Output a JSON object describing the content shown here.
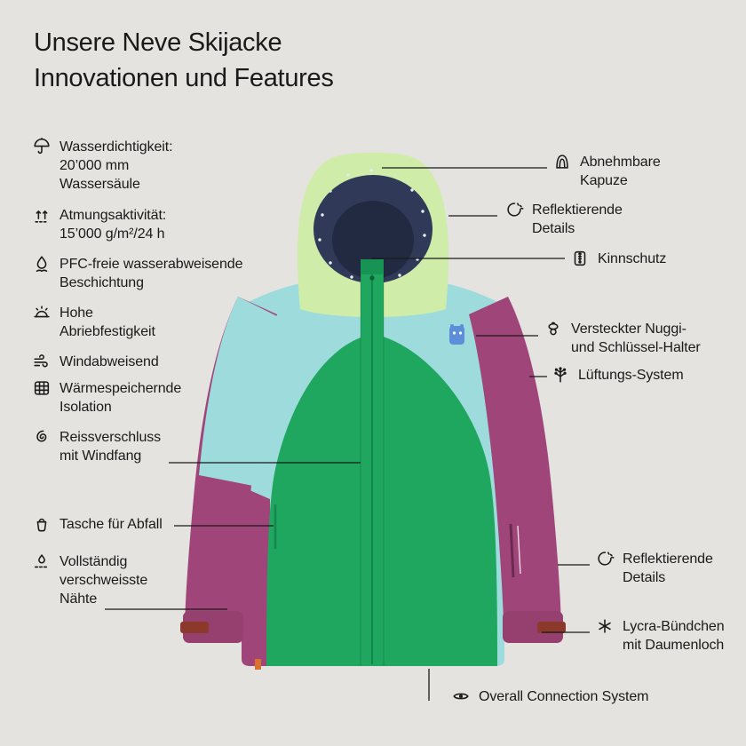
{
  "title": "Unsere Neve Skijacke\nInnovationen und Features",
  "colors": {
    "background": "#e5e3e0",
    "text": "#1a1a1a",
    "jacket_teal": "#9edbdd",
    "jacket_green": "#1fa65f",
    "jacket_plum": "#a04579",
    "hood_green": "#cfeda9",
    "hood_lining_navy": "#303a58",
    "cuff_tab_red": "#8c392c",
    "logo_blue": "#5b8fd9"
  },
  "left_features": [
    {
      "icon": "umbrella-icon",
      "label": "Wasserdichtigkeit:\n20’000 mm\nWassersäule"
    },
    {
      "icon": "breathability-icon",
      "label": "Atmungsaktivität:\n15’000 g/m²/24 h"
    },
    {
      "icon": "droplet-icon",
      "label": "PFC-freie wasserabweisende\nBeschichtung"
    },
    {
      "icon": "abrasion-icon",
      "label": "Hohe\nAbriebfestigkeit"
    },
    {
      "icon": "wind-icon",
      "label": "Windabweisend"
    },
    {
      "icon": "insulation-icon",
      "label": "Wärmespeichernde\nIsolation"
    },
    {
      "icon": "zipper-windflap-icon",
      "label": "Reissverschluss\nmit Windfang"
    },
    {
      "icon": "waste-pocket-icon",
      "label": "Tasche für Abfall"
    },
    {
      "icon": "welded-seams-icon",
      "label": "Vollständig\nverschweisste\nNähte"
    }
  ],
  "right_features": [
    {
      "icon": "hood-icon",
      "label": "Abnehmbare\nKapuze"
    },
    {
      "icon": "reflective-icon",
      "label": "Reflektierende\nDetails"
    },
    {
      "icon": "chin-guard-icon",
      "label": "Kinnschutz"
    },
    {
      "icon": "pacifier-icon",
      "label": "Versteckter Nuggi-\nund Schlüssel-Halter"
    },
    {
      "icon": "ventilation-icon",
      "label": "Lüftungs-System"
    },
    {
      "icon": "reflective-icon",
      "label": "Reflektierende\nDetails"
    },
    {
      "icon": "cuff-icon",
      "label": "Lycra-Bündchen\nmit Daumenloch"
    }
  ],
  "bottom_feature": {
    "icon": "connection-icon",
    "label": "Overall Connection System"
  }
}
